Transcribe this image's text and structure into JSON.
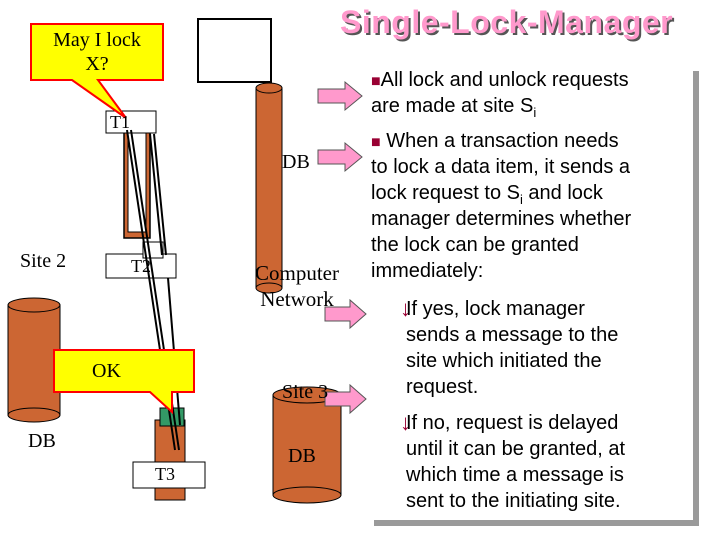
{
  "title": "Single-Lock-Manager",
  "callouts": {
    "may_lock_line1": "May I lock",
    "may_lock_line2": "X?",
    "ok": "OK"
  },
  "sites": {
    "site2": "Site 2",
    "site3": "Site 3"
  },
  "transactions": {
    "t1": "T1",
    "t2": "T2",
    "t3": "T3"
  },
  "databases": {
    "db_center": "DB",
    "db_left": "DB",
    "db_bottom": "DB"
  },
  "network": {
    "line1": "Computer",
    "line2": "Network"
  },
  "text": {
    "b1_line1": "All lock and unlock requests",
    "b1_line2": "are made at site S",
    "b1_sub": "i",
    "b2_line1": "When a transaction needs",
    "b2_line2": "to lock a data item, it sends a",
    "b2_line3a": "lock request to S",
    "b2_line3b": " and lock",
    "b2_sub": "i",
    "b2_line4": "manager determines whether",
    "b2_line5": "the lock can be granted",
    "b2_line6": "immediately:",
    "s1_line1": "If yes, lock manager",
    "s1_line2": "sends a message to the",
    "s1_line3": "site which initiated the",
    "s1_line4": "request.",
    "s2_line1": "If no, request is delayed",
    "s2_line2": "until it can be granted, at",
    "s2_line3": "which time a message is",
    "s2_line4": "sent to the initiating site."
  },
  "colors": {
    "title": "#ff99cc",
    "callout": "#ffff00",
    "callout_border": "#ff0000",
    "cylinder": "#cc6633",
    "arrow": "#ff99cc",
    "bullet": "#990033",
    "green": "#339966"
  }
}
